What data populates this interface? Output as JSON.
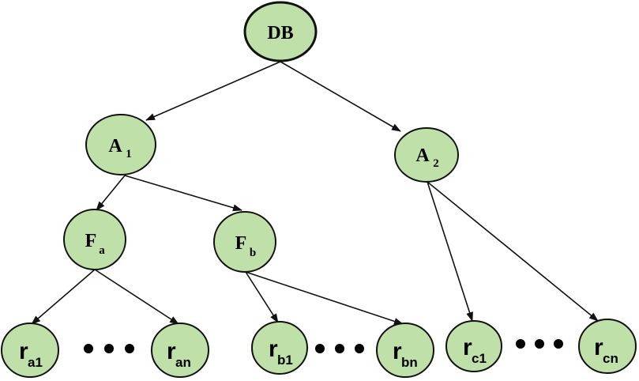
{
  "diagram": {
    "nodes": {
      "db": {
        "label": "DB"
      },
      "a1": {
        "label": "A",
        "sub": "1"
      },
      "a2": {
        "label": "A",
        "sub": "2"
      },
      "fa": {
        "label": "F",
        "sub": "a"
      },
      "fb": {
        "label": "F",
        "sub": "b"
      },
      "ra1": {
        "label": "r",
        "sub": "a1"
      },
      "ran": {
        "label": "r",
        "sub": "an"
      },
      "rb1": {
        "label": "r",
        "sub": "b1"
      },
      "rbn": {
        "label": "r",
        "sub": "bn"
      },
      "rc1": {
        "label": "r",
        "sub": "c1"
      },
      "rcn": {
        "label": "r",
        "sub": "cn"
      }
    },
    "edges": [
      [
        "db",
        "a1"
      ],
      [
        "db",
        "a2"
      ],
      [
        "a1",
        "fa"
      ],
      [
        "a1",
        "fb"
      ],
      [
        "a2",
        "rc1"
      ],
      [
        "a2",
        "rcn"
      ],
      [
        "fa",
        "ra1"
      ],
      [
        "fa",
        "ran"
      ],
      [
        "fb",
        "rb1"
      ],
      [
        "fb",
        "rbn"
      ]
    ],
    "colors": {
      "node_fill": "#bfe0a8",
      "stroke": "#111111"
    }
  }
}
